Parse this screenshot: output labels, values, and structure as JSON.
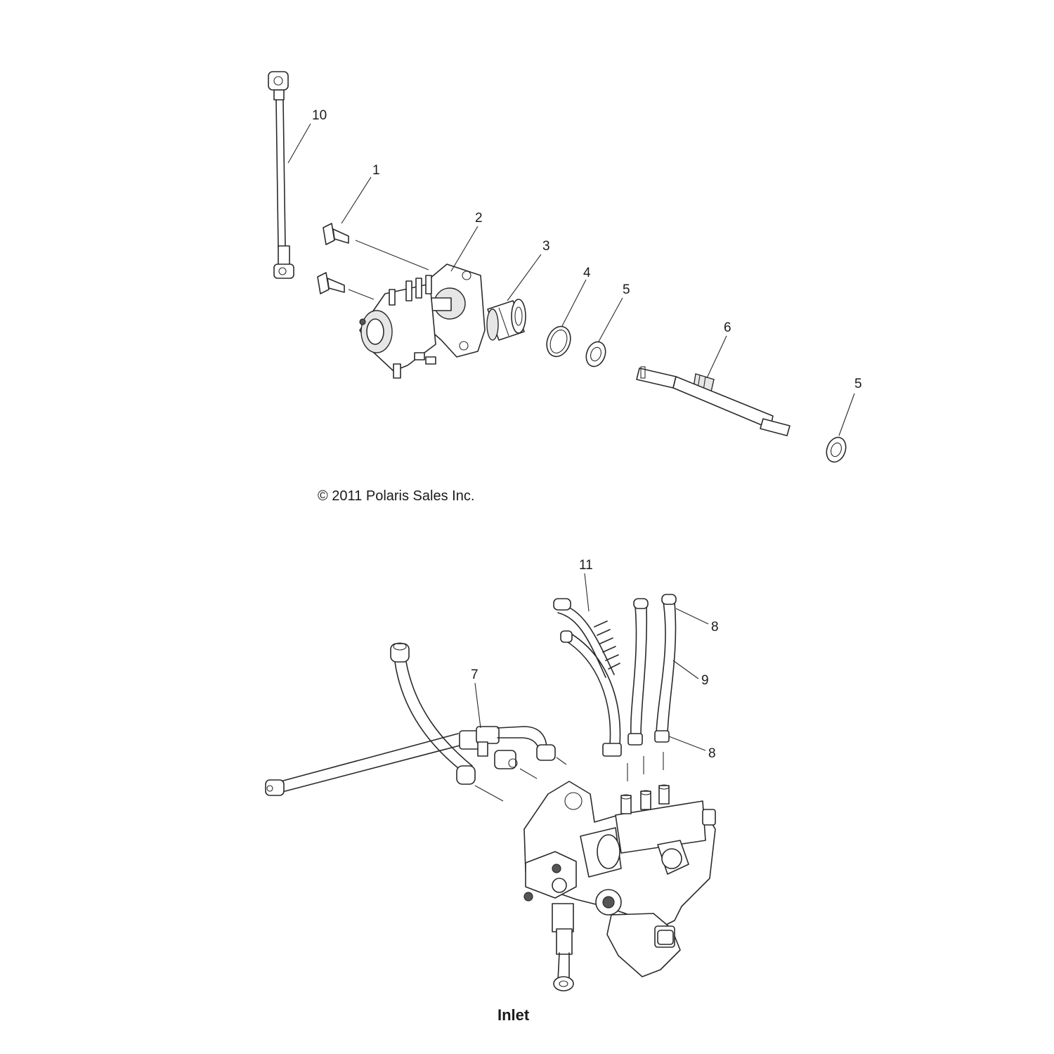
{
  "callouts": {
    "c10": "10",
    "c1": "1",
    "c2": "2",
    "c3": "3",
    "c4": "4",
    "c5a": "5",
    "c6": "6",
    "c5b": "5",
    "c11": "11",
    "c8a": "8",
    "c9": "9",
    "c7": "7",
    "c8b": "8"
  },
  "copyright": "© 2011 Polaris Sales Inc.",
  "inlet_label": "Inlet"
}
